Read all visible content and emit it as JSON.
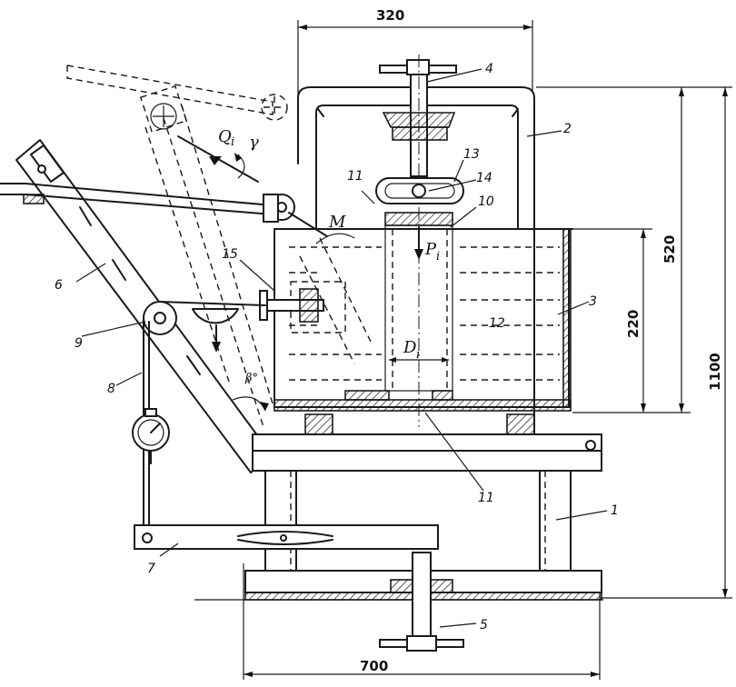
{
  "dimensions": {
    "width_top": "320",
    "height_frame": "520",
    "height_total": "1100",
    "height_tank": "220",
    "width_base": "700"
  },
  "labels": {
    "n1": "1",
    "n2": "2",
    "n3": "3",
    "n4": "4",
    "n5": "5",
    "n6": "6",
    "n7": "7",
    "n8": "8",
    "n9": "9",
    "n10": "10",
    "n11_top": "11",
    "n11_bottom": "11",
    "n12": "12",
    "n13": "13",
    "n14": "14",
    "n15": "15"
  },
  "symbols": {
    "force_q": "Q",
    "force_q_sub": "i",
    "gamma": "γ",
    "moment": "M",
    "force_p": "P",
    "force_p_sub": "i",
    "diameter": "D",
    "diameter_sub": "i",
    "beta": "β°"
  }
}
